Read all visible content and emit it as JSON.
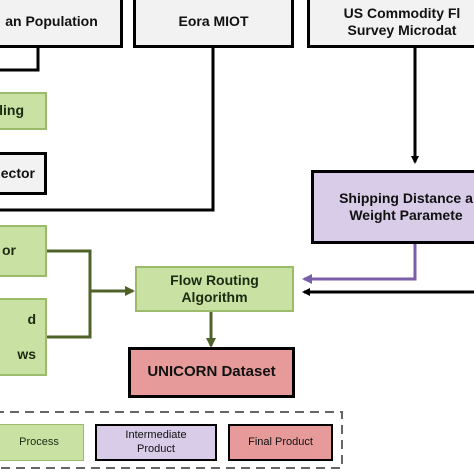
{
  "diagram": {
    "nodes": {
      "population": {
        "label": "an Population",
        "kind": "data"
      },
      "eora": {
        "label": "Eora MIOT",
        "kind": "data"
      },
      "commodity": {
        "label": "US Commodity Fl\nSurvey Microdat",
        "kind": "data"
      },
      "modeling": {
        "label": "ling",
        "kind": "process"
      },
      "sector": {
        "label": "ector",
        "kind": "data"
      },
      "shipping": {
        "label": "Shipping Distance a\nWeight Paramete",
        "kind": "intermediate"
      },
      "left_or": {
        "label": "or",
        "kind": "process"
      },
      "left_d": {
        "label": "d\n\nws",
        "kind": "process"
      },
      "flow_routing": {
        "label": "Flow Routing\nAlgorithm",
        "kind": "process"
      },
      "unicorn": {
        "label": "UNICORN Dataset",
        "kind": "final"
      }
    },
    "colors": {
      "process_fill": "#c9e2a4",
      "process_border": "#9bbb6a",
      "process_arrow": "#4f6228",
      "intermediate_fill": "#d8cce8",
      "intermediate_arrow": "#7a5ea8",
      "final_fill": "#e69a9a",
      "data_fill": "#f2f2f2",
      "line": "#000000"
    }
  },
  "legend": {
    "process": "Process",
    "intermediate": "Intermediate\nProduct",
    "final": "Final Product"
  }
}
